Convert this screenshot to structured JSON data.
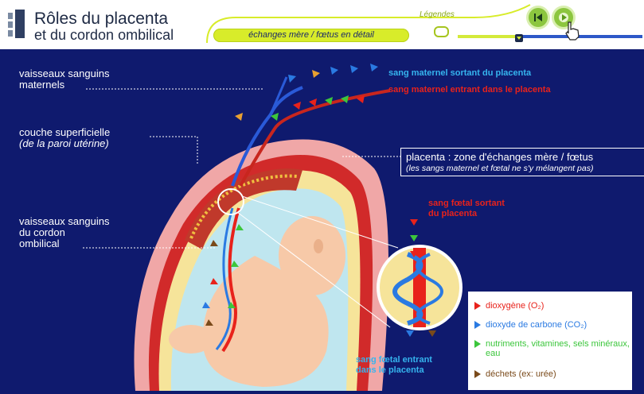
{
  "header": {
    "title_line1": "Rôles du placenta",
    "title_line2": "et du cordon ombilical",
    "subtitle": "échanges mère / fœtus en détail",
    "legend_label": "Légendes"
  },
  "player": {
    "progress": 0.33
  },
  "diagram": {
    "label_vessels_maternal": [
      "vaisseaux sanguins",
      "maternels"
    ],
    "label_superficial_layer": "couche superficielle",
    "label_superficial_layer_sub": "(de la paroi utérine)",
    "label_placenta_title": "placenta : zone d'échanges mère / fœtus",
    "label_placenta_sub": "(les sangs maternel et fœtal ne s'y mélangent pas)",
    "label_cord_vessels": [
      "vaisseaux sanguins",
      "du cordon",
      "ombilical"
    ],
    "label_maternal_out": "sang maternel sortant du placenta",
    "label_maternal_in": "sang maternel entrant dans le placenta",
    "label_fetal_out": [
      "sang fœtal sortant",
      "du placenta"
    ],
    "label_fetal_in": [
      "sang fœtal entrant",
      "dans le placenta"
    ]
  },
  "legend": [
    {
      "text": "dioxygène (O₂)",
      "color": "#e8221b"
    },
    {
      "text": "dioxyde de carbone (CO₂)",
      "color": "#2a7ae2"
    },
    {
      "text": "nutriments, vitamines, sels minéraux, eau",
      "color": "#3cc63c"
    },
    {
      "text": "déchets (ex: urée)",
      "color": "#7a4a1a"
    }
  ],
  "colors": {
    "background": "#0f1a6e",
    "accent_green": "#8cc63f",
    "pill_yellow": "#d8ec2a",
    "blood_red": "#e8221b",
    "blood_blue": "#2a7ae2"
  }
}
